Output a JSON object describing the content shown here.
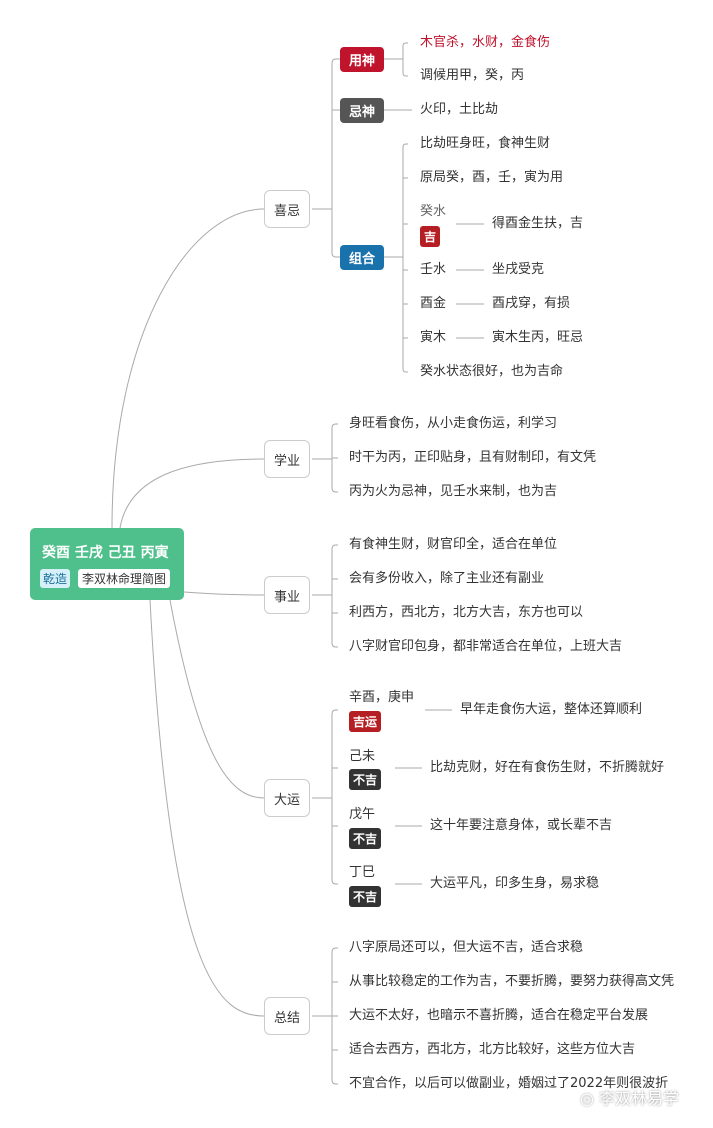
{
  "root": {
    "title": "癸酉 壬戌 己丑 丙寅",
    "badge": "乾造",
    "subtitle": "李双林命理简图",
    "color": "#4fbf8b"
  },
  "xiji": {
    "label": "喜忌",
    "yongshen": {
      "tag": "用神",
      "color": "#c0132c",
      "items": [
        "木官杀，水财，金食伤",
        "调候用甲，癸，丙"
      ]
    },
    "jishen": {
      "tag": "忌神",
      "color": "#555555",
      "items": [
        "火印，土比劫"
      ]
    },
    "zuhe": {
      "tag": "组合",
      "color": "#1a72ad",
      "items": [
        "比劫旺身旺，食神生财",
        "原局癸，酉，壬，寅为用",
        "癸水状态很好，也为吉命"
      ],
      "pairs": [
        {
          "k": "癸水",
          "tag": "吉",
          "v": "得酉金生扶，吉"
        },
        {
          "k": "壬水",
          "v": "坐戌受克"
        },
        {
          "k": "酉金",
          "v": "酉戌穿，有损"
        },
        {
          "k": "寅木",
          "v": "寅木生丙，旺忌"
        }
      ]
    }
  },
  "xueye": {
    "label": "学业",
    "items": [
      "身旺看食伤，从小走食伤运，利学习",
      "时干为丙，正印贴身，且有财制印，有文凭",
      "丙为火为忌神，见壬水来制，也为吉"
    ]
  },
  "shiye": {
    "label": "事业",
    "items": [
      "有食神生财，财官印全，适合在单位",
      "会有多份收入，除了主业还有副业",
      "利西方，西北方，北方大吉，东方也可以",
      "八字财官印包身，都非常适合在单位，上班大吉"
    ]
  },
  "dayun": {
    "label": "大运",
    "items": [
      {
        "k": "辛酉，庚申",
        "tag": "吉运",
        "v": "早年走食伤大运，整体还算顺利"
      },
      {
        "k": "己未",
        "tag": "不吉",
        "v": "比劫克财，好在有食伤生财，不折腾就好"
      },
      {
        "k": "戊午",
        "tag": "不吉",
        "v": "这十年要注意身体，或长辈不吉"
      },
      {
        "k": "丁巳",
        "tag": "不吉",
        "v": "大运平凡，印多生身，易求稳"
      }
    ]
  },
  "zongjie": {
    "label": "总结",
    "items": [
      "八字原局还可以，但大运不吉，适合求稳",
      "从事比较稳定的工作为吉，不要折腾，要努力获得高文凭",
      "大运不太好，也暗示不喜折腾，适合在稳定平台发展",
      "适合去西方，西北方，北方比较好，这些方位大吉",
      "不宜合作，以后可以做副业，婚姻过了2022年则很波折"
    ]
  },
  "watermark": "李双林易学"
}
